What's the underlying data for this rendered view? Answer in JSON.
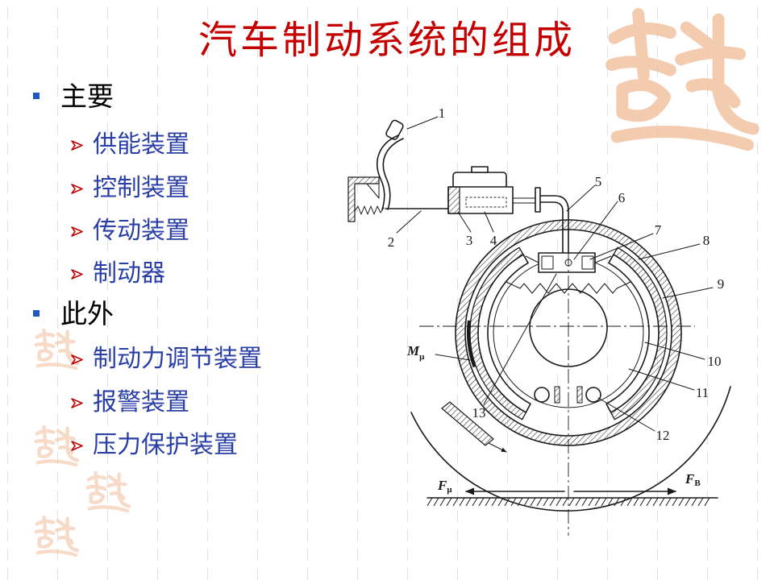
{
  "slide": {
    "title": "汽车制动系统的组成",
    "sections": [
      {
        "label": "主要",
        "items": [
          "供能装置",
          "控制装置",
          "传动装置",
          "制动器"
        ]
      },
      {
        "label": "此外",
        "items": [
          "制动力调节装置",
          "报警装置",
          "压力保护装置"
        ]
      }
    ],
    "colors": {
      "title": "#c40000",
      "heading": "#000000",
      "item": "#2a3fa6",
      "square_bullet": "#2257c9",
      "arrow_bullet": "#c40000",
      "seal": "#f2c2a2",
      "line": "#1a1a1a"
    },
    "icons": {
      "heading_bullet": "square-bullet-icon",
      "item_bullet": "arrow-bullet-icon",
      "watermark": "seal-watermark-icon"
    }
  },
  "diagram": {
    "part_numbers": {
      "n1": "1",
      "n2": "2",
      "n3": "3",
      "n4": "4",
      "n5": "5",
      "n6": "6",
      "n7": "7",
      "n8": "8",
      "n9": "9",
      "n10": "10",
      "n11": "11",
      "n12": "12",
      "n13": "13"
    },
    "moment": {
      "symbol": "M",
      "subscript": "μ"
    },
    "force_left": {
      "symbol": "F",
      "subscript": "μ"
    },
    "force_right": {
      "symbol": "F",
      "subscript": "B"
    }
  }
}
